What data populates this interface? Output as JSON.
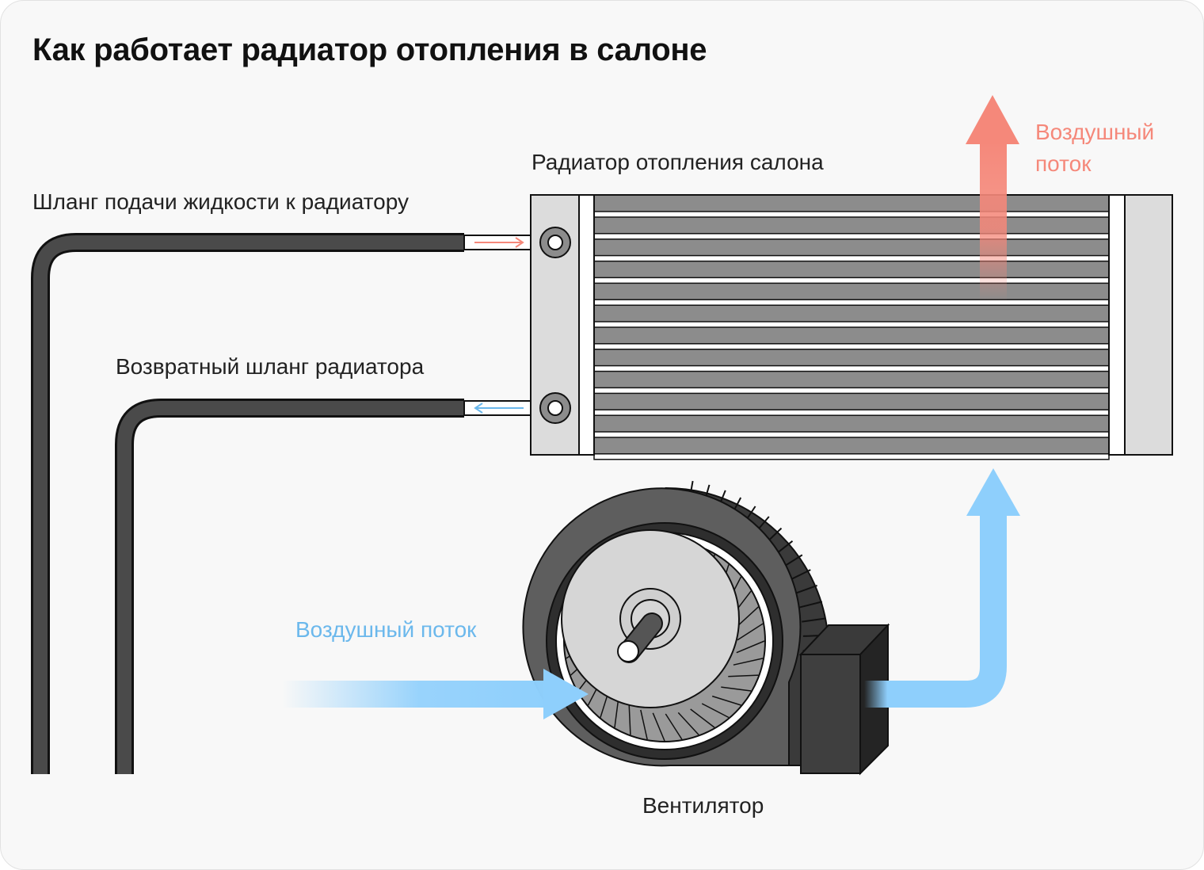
{
  "title": "Как работает радиатор отопления в салоне",
  "labels": {
    "radiator": "Радиатор отопления салона",
    "supply_hose": "Шланг подачи жидкости к радиатору",
    "return_hose": "Возвратный шланг радиатора",
    "airflow_hot_line1": "Воздушный",
    "airflow_hot_line2": "поток",
    "airflow_cold": "Воздушный поток",
    "fan": "Вентилятор"
  },
  "colors": {
    "hot_air": "#f5887a",
    "cold_air": "#8ecffc",
    "hose": "#4a4a4a",
    "radiator_fins": "#8c8c8c",
    "radiator_frame": "#dcdcdc",
    "background": "#f8f8f8"
  },
  "icons": {
    "hot_air_arrow": "up-arrow",
    "cold_air_arrow": "right-then-up-arrow",
    "supply_flow_arrow": "right-arrow",
    "return_flow_arrow": "left-arrow"
  }
}
